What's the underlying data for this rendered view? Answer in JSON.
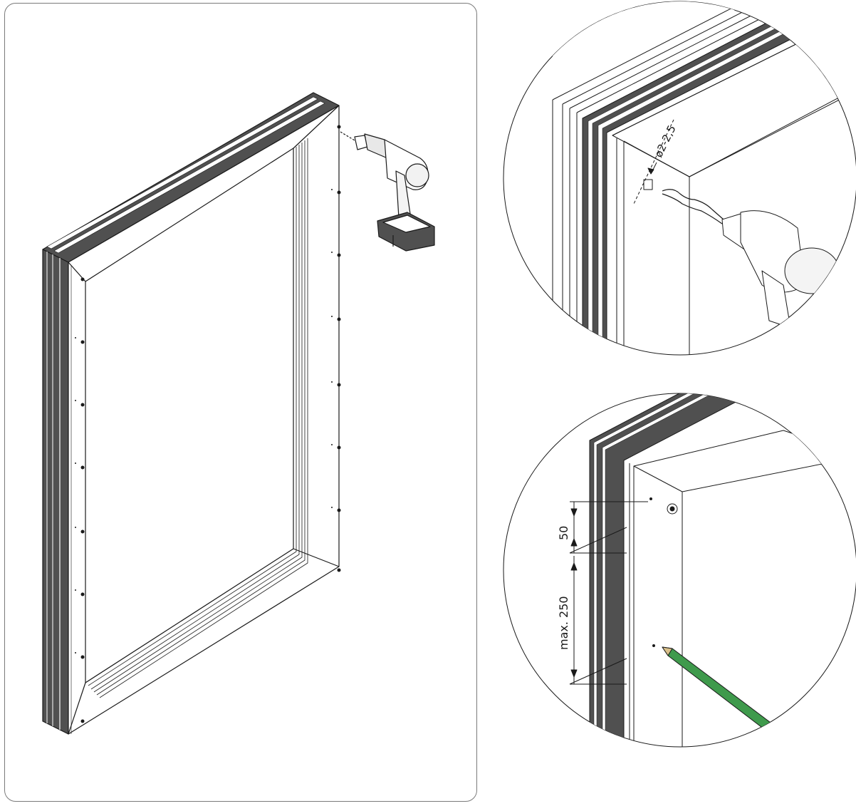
{
  "detail_drill": {
    "hole_diameter_label": "ø2-2,5"
  },
  "detail_marking": {
    "edge_offset_label": "50",
    "max_spacing_label": "max. 250"
  },
  "colors": {
    "profile_dark": "#505050",
    "outline": "#1a1a1a",
    "pencil_green": "#3f9a4c",
    "panel_border": "#7a7a7a"
  }
}
